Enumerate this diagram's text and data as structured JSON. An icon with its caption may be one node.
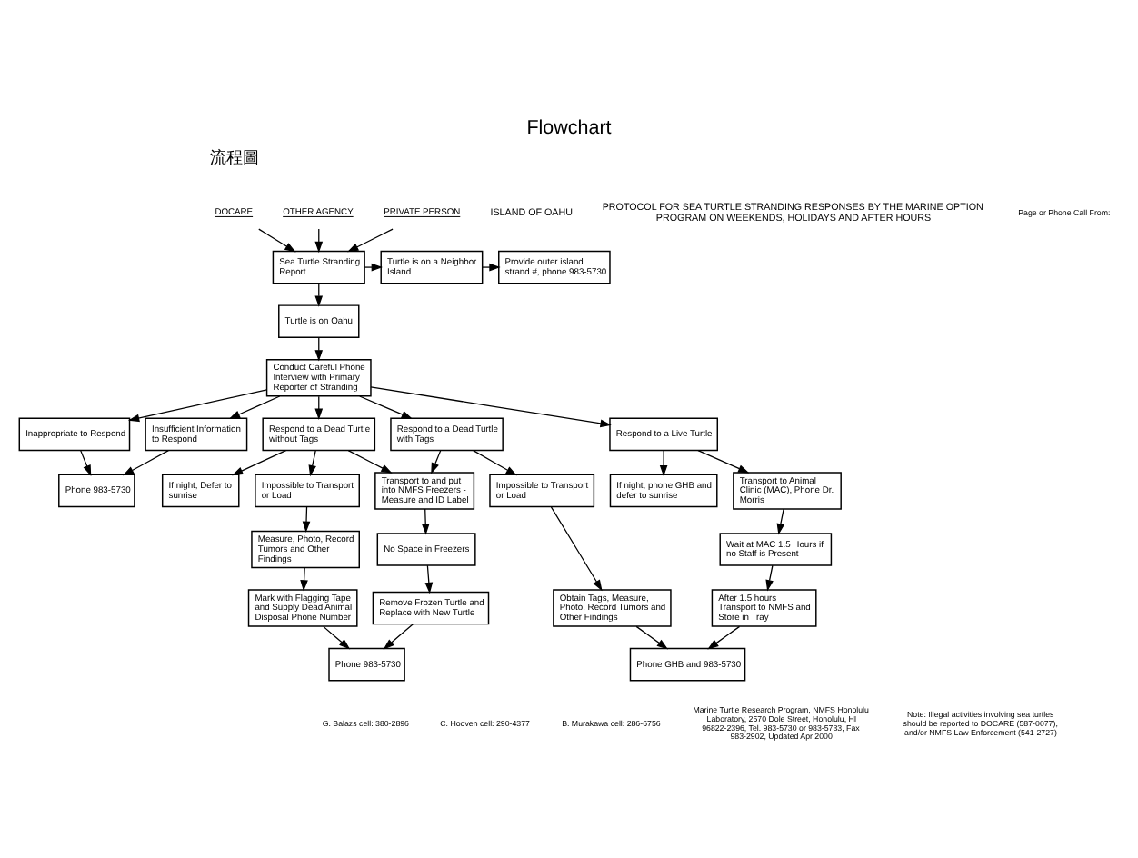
{
  "diagram": {
    "title": "Flowchart",
    "nodes": [
      {
        "text": [
          "DOCARE"
        ]
      },
      {
        "text": [
          "OTHER AGENCY"
        ]
      },
      {
        "text": [
          "PRIVATE PERSON"
        ]
      },
      {
        "text": [
          "Sea Turtle Stranding Report"
        ]
      },
      {
        "text": [
          "Turtle is on a Neighbor Island"
        ]
      },
      {
        "text": [
          "Provide outer island strand #, phone 983-5730"
        ]
      },
      {
        "text": [
          "Turtle is on Oahu"
        ]
      },
      {
        "text": [
          "Conduct Careful Phone Interview with Primary Reporter of Stranding"
        ]
      },
      {
        "text": [
          "Inappropriate to Respond"
        ]
      },
      {
        "text": [
          "Insufficient Information to Respond"
        ]
      },
      {
        "text": [
          "Phone 983-5730"
        ]
      },
      {
        "text": [
          "Respond to a Dead Turtle without Tags"
        ]
      },
      {
        "text": [
          "If night, Defer to sunrise"
        ]
      },
      {
        "text": [
          "Respond to a Dead Turtle with Tags"
        ]
      },
      {
        "text": [
          "If night, phone GHB and defer to sunrise"
        ]
      },
      {
        "text": [
          "Respond to a Live Turtle"
        ]
      },
      {
        "text": [
          "Impossible to Transport or Load"
        ]
      },
      {
        "text": [
          "Transport to and put into NMFS Freezers - Measure and ID Label"
        ]
      },
      {
        "text": [
          "Impossible to Transport or Load"
        ]
      },
      {
        "text": [
          "Transport to Animal Clinic (MAC), Phone Dr. Morris"
        ]
      },
      {
        "text": [
          "Measure, Photo, Record Tumors and Other Findings"
        ]
      },
      {
        "text": [
          "No Space in Freezers"
        ]
      },
      {
        "text": [
          "Obtain Tags, Measure, Photo, Record Tumors and Other Findings"
        ]
      },
      {
        "text": [
          "Wait at MAC 1.5 Hours if no Staff is Present"
        ]
      },
      {
        "text": [
          "Mark with Flagging Tape and Supply Dead Animal Disposal Phone Number"
        ]
      },
      {
        "text": [
          "Remove Frozen Turtle and Replace with New Turtle"
        ]
      },
      {
        "text": [
          "Phone GHB and 983-5730"
        ]
      },
      {
        "text": [
          "After 1.5 hours Transport to NMFS and Store in Tray"
        ]
      },
      {
        "text": [
          "Phone 983-5730"
        ]
      }
    ],
    "edges": [
      {
        "from": 0,
        "to": 3,
        "arrow": "to"
      },
      {
        "from": 1,
        "to": 3,
        "arrow": "to"
      },
      {
        "from": 2,
        "to": 3,
        "arrow": "to"
      },
      {
        "from": 3,
        "to": 4,
        "arrow": "to"
      },
      {
        "from": 4,
        "to": 5,
        "arrow": "to"
      },
      {
        "from": 3,
        "to": 6,
        "arrow": "to"
      },
      {
        "from": 6,
        "to": 7,
        "arrow": "to"
      },
      {
        "from": 7,
        "to": 8,
        "arrow": "to"
      },
      {
        "from": 7,
        "to": 9,
        "arrow": "to"
      },
      {
        "from": 8,
        "to": 10,
        "arrow": "to"
      },
      {
        "from": 9,
        "to": 10,
        "arrow": "to"
      },
      {
        "from": 7,
        "to": 11,
        "arrow": "to"
      },
      {
        "from": 7,
        "to": 13,
        "arrow": "to"
      },
      {
        "from": 7,
        "to": 15,
        "arrow": "to"
      },
      {
        "from": 11,
        "to": 12,
        "arrow": "to"
      },
      {
        "from": 11,
        "to": 16,
        "arrow": "to"
      },
      {
        "from": 11,
        "to": 17,
        "arrow": "to"
      },
      {
        "from": 13,
        "to": 17,
        "arrow": "to"
      },
      {
        "from": 13,
        "to": 18,
        "arrow": "to"
      },
      {
        "from": 15,
        "to": 14,
        "arrow": "to"
      },
      {
        "from": 15,
        "to": 19,
        "arrow": "to"
      },
      {
        "from": 16,
        "to": 20,
        "arrow": "to"
      },
      {
        "from": 17,
        "to": 21,
        "arrow": "to"
      },
      {
        "from": 18,
        "to": 22,
        "arrow": "to"
      },
      {
        "from": 19,
        "to": 23,
        "arrow": "to"
      },
      {
        "from": 20,
        "to": 24,
        "arrow": "to"
      },
      {
        "from": 21,
        "to": 25,
        "arrow": "to"
      },
      {
        "from": 22,
        "to": 26,
        "arrow": "to"
      },
      {
        "from": 23,
        "to": 27,
        "arrow": "to"
      },
      {
        "from": 27,
        "to": 26,
        "arrow": "to"
      },
      {
        "from": 24,
        "to": 28,
        "arrow": "to"
      },
      {
        "from": 25,
        "to": 28,
        "arrow": "to"
      }
    ],
    "labels": [
      "流程圖",
      "ISLAND OF OAHU",
      "PROTOCOL FOR SEA TURTLE STRANDING RESPONSES BY THE MARINE OPTION PROGRAM ON WEEKENDS, HOLIDAYS AND AFTER HOURS",
      "Page or Phone Call From:",
      "G. Balazs cell: 380-2896",
      "C. Hooven cell: 290-4377",
      "B. Murakawa cell: 286-6756",
      "Marine Turtle Research Program, NMFS Honolulu Laboratory, 2570 Dole Street, Honolulu, HI 96822-2396, Tel. 983-5730 or 983-5733, Fax 983-2902, Updated Apr 2000",
      "Note: Illegal activities involving sea turtles should be reported to DOCARE (587-0077), and/or NMFS Law Enforcement (541-2727)"
    ]
  }
}
